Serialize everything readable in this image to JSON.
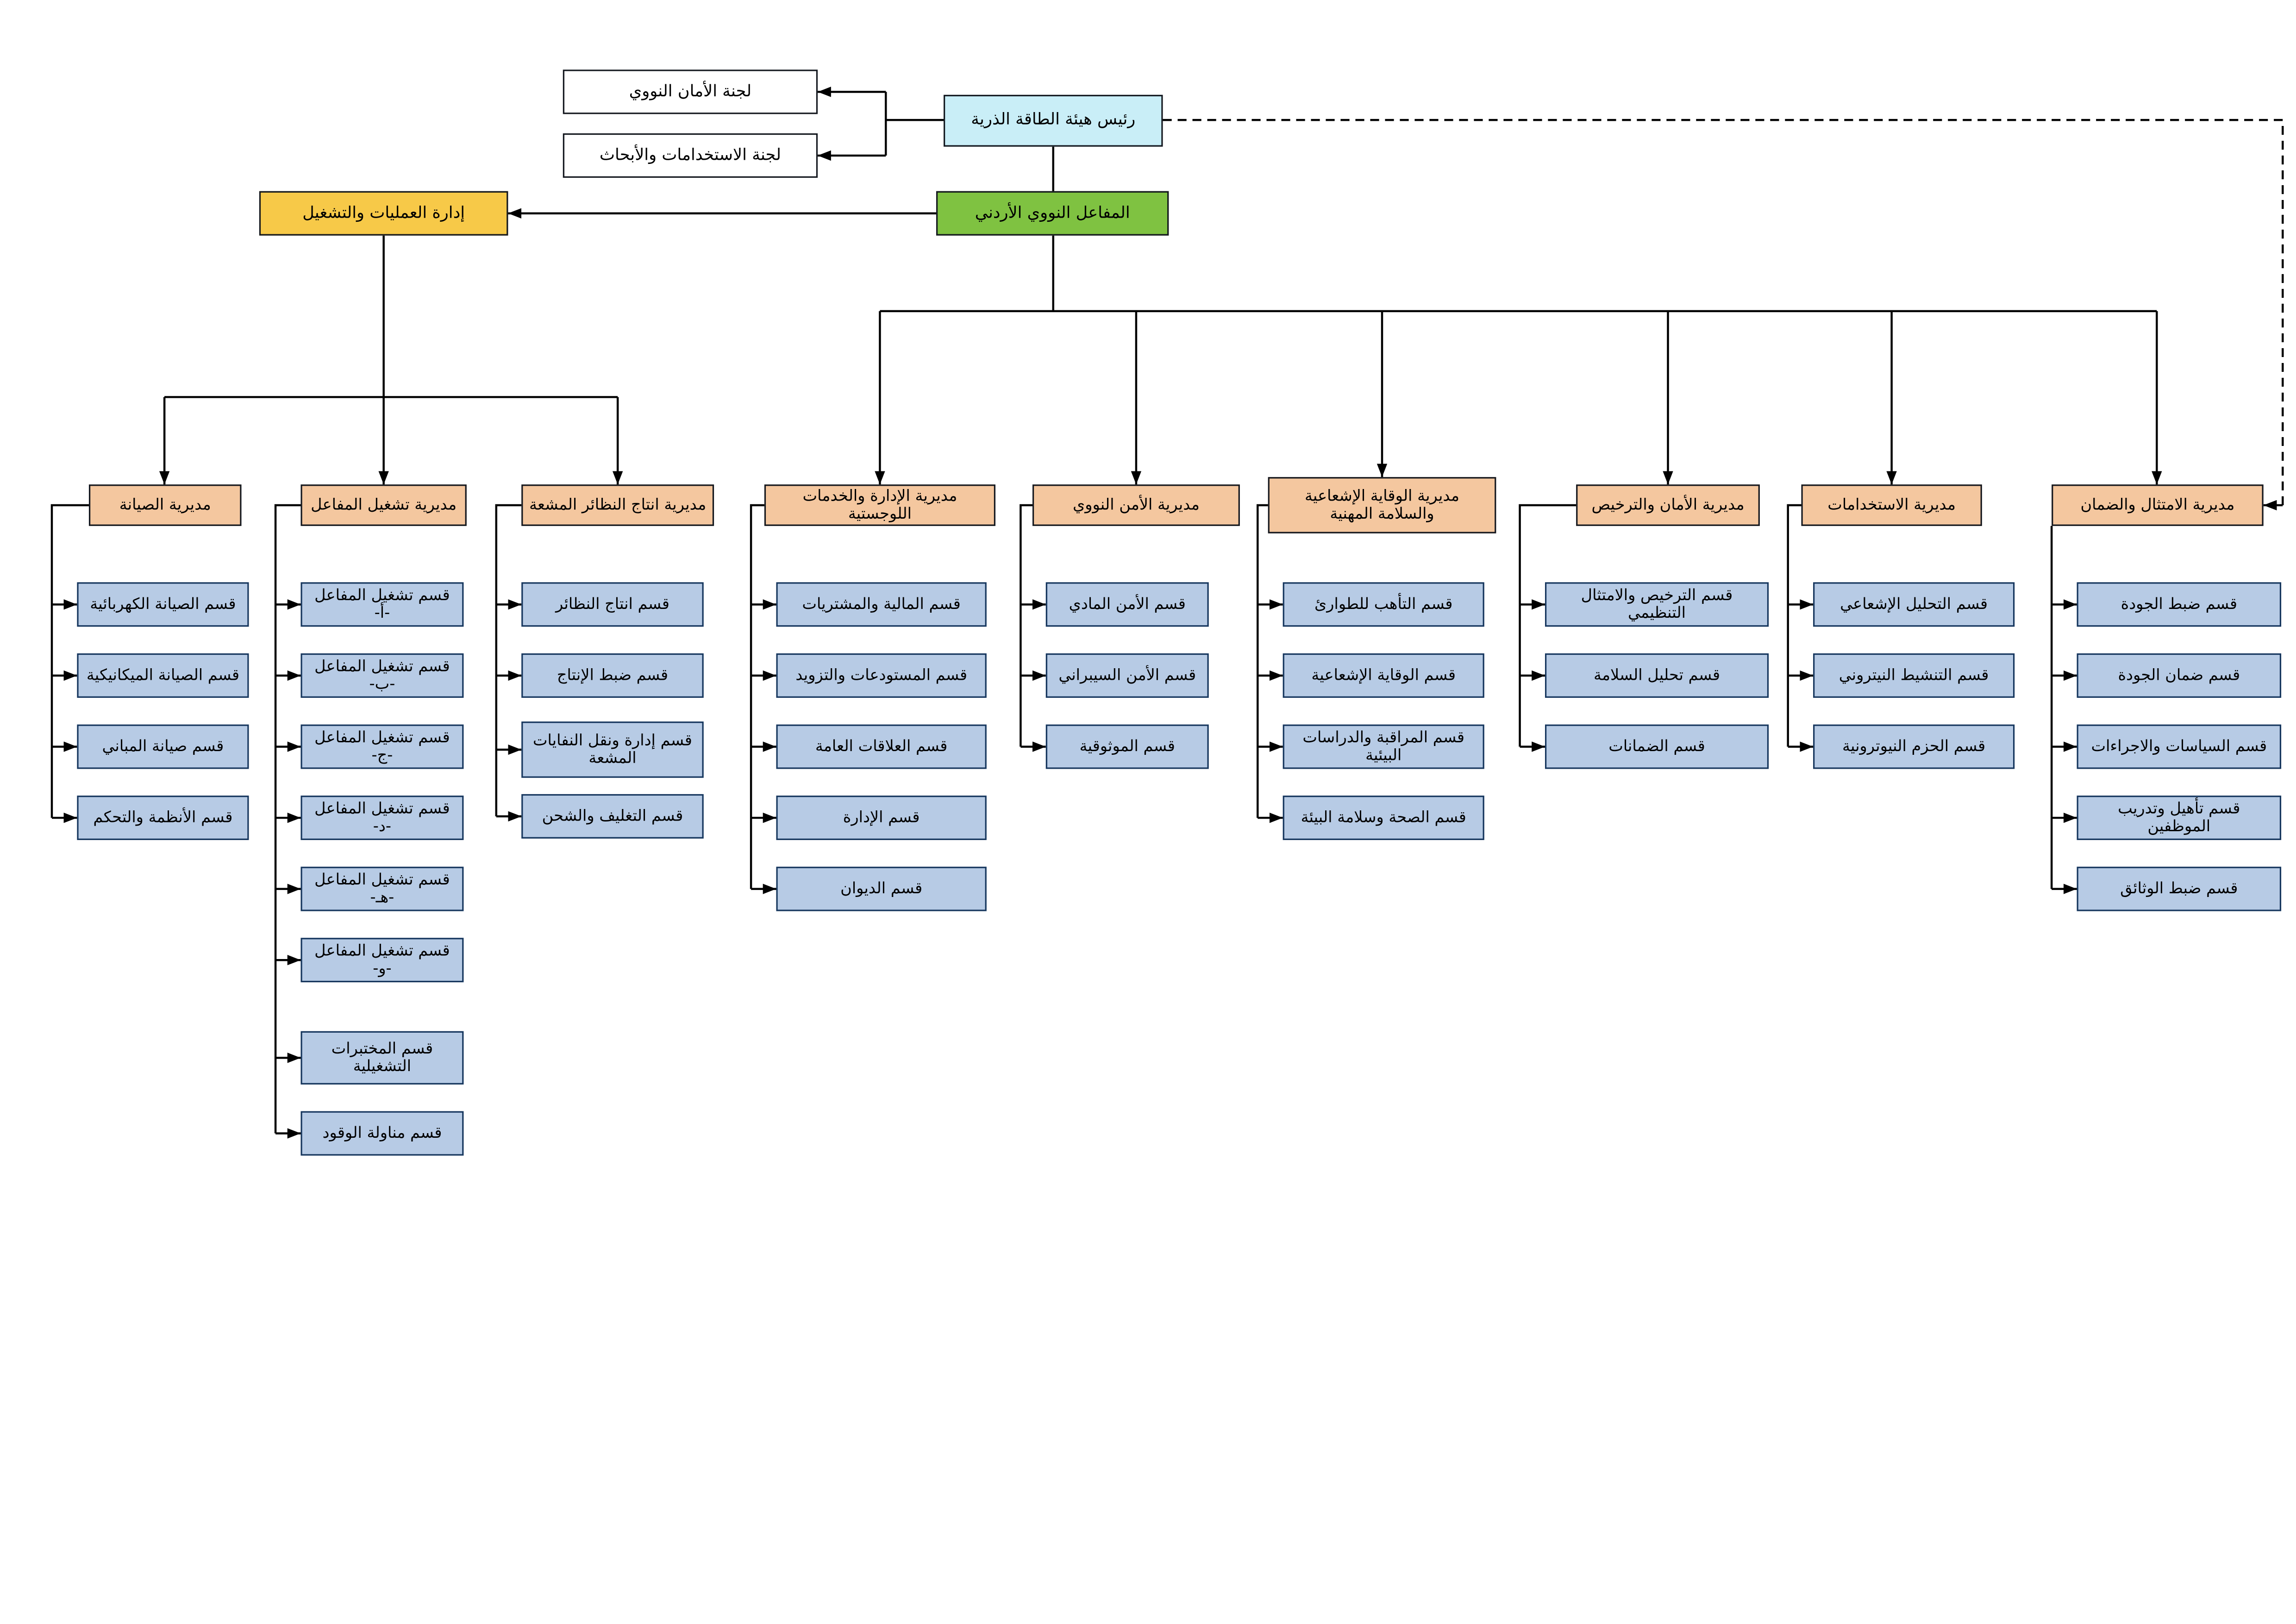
{
  "nodes": {
    "chairman": "رئيس هيئة الطاقة الذرية",
    "committee_safety": "لجنة الأمان النووي",
    "committee_research": "لجنة الاستخدامات والأبحاث",
    "reactor": "المفاعل النووي الأردني",
    "operations": "إدارة العمليات والتشغيل"
  },
  "directorates": [
    {
      "title": "مديرية الصيانة",
      "children": [
        "قسم الصيانة الكهربائية",
        "قسم الصيانة الميكانيكية",
        "قسم صيانة المباني",
        "قسم الأنظمة والتحكم"
      ]
    },
    {
      "title": "مديرية تشغيل المفاعل",
      "children": [
        "قسم تشغيل المفاعل -أ-",
        "قسم تشغيل المفاعل -ب-",
        "قسم تشغيل المفاعل -ج-",
        "قسم تشغيل المفاعل -د-",
        "قسم تشغيل المفاعل -هـ-",
        "قسم تشغيل المفاعل -و-",
        "قسم المختبرات التشغيلية",
        "قسم مناولة الوقود"
      ]
    },
    {
      "title": "مديرية انتاج النظائر المشعة",
      "children": [
        "قسم انتاج النظائر",
        "قسم ضبط الإنتاج",
        "قسم إدارة ونقل النفايات المشعة",
        "قسم التغليف والشحن"
      ]
    },
    {
      "title": "مديرية الإدارة والخدمات اللوجستية",
      "children": [
        "قسم المالية والمشتريات",
        "قسم المستودعات والتزويد",
        "قسم العلاقات العامة",
        "قسم الإدارة",
        "قسم الديوان"
      ]
    },
    {
      "title": "مديرية الأمن النووي",
      "children": [
        "قسم الأمن المادي",
        "قسم الأمن السيبراني",
        "قسم الموثوقية"
      ]
    },
    {
      "title": "مديرية الوقاية الإشعاعية والسلامة المهنية",
      "children": [
        "قسم التأهب للطوارئ",
        "قسم الوقاية الإشعاعية",
        "قسم المراقبة والدراسات البيئية",
        "قسم الصحة وسلامة البيئة"
      ]
    },
    {
      "title": "مديرية الأمان والترخيص",
      "children": [
        "قسم الترخيص والامتثال التنظيمي",
        "قسم تحليل السلامة",
        "قسم الضمانات"
      ]
    },
    {
      "title": "مديرية الاستخدامات",
      "children": [
        "قسم التحليل الإشعاعي",
        "قسم التنشيط النيتروني",
        "قسم الحزم النيوترونية"
      ]
    },
    {
      "title": "مديرية الامتثال والضمان",
      "children": [
        "قسم ضبط الجودة",
        "قسم ضمان الجودة",
        "قسم السياسات والاجراءات",
        "قسم تأهيل وتدريب الموظفين",
        "قسم ضبط الوثائق"
      ]
    }
  ],
  "colors": {
    "chairman": "#C9EEF7",
    "committee": "#FFFFFF",
    "reactor": "#7FC241",
    "operations": "#F7C948",
    "directorate": "#F4C79F",
    "department": "#B7CBE5",
    "line": "#000000"
  }
}
